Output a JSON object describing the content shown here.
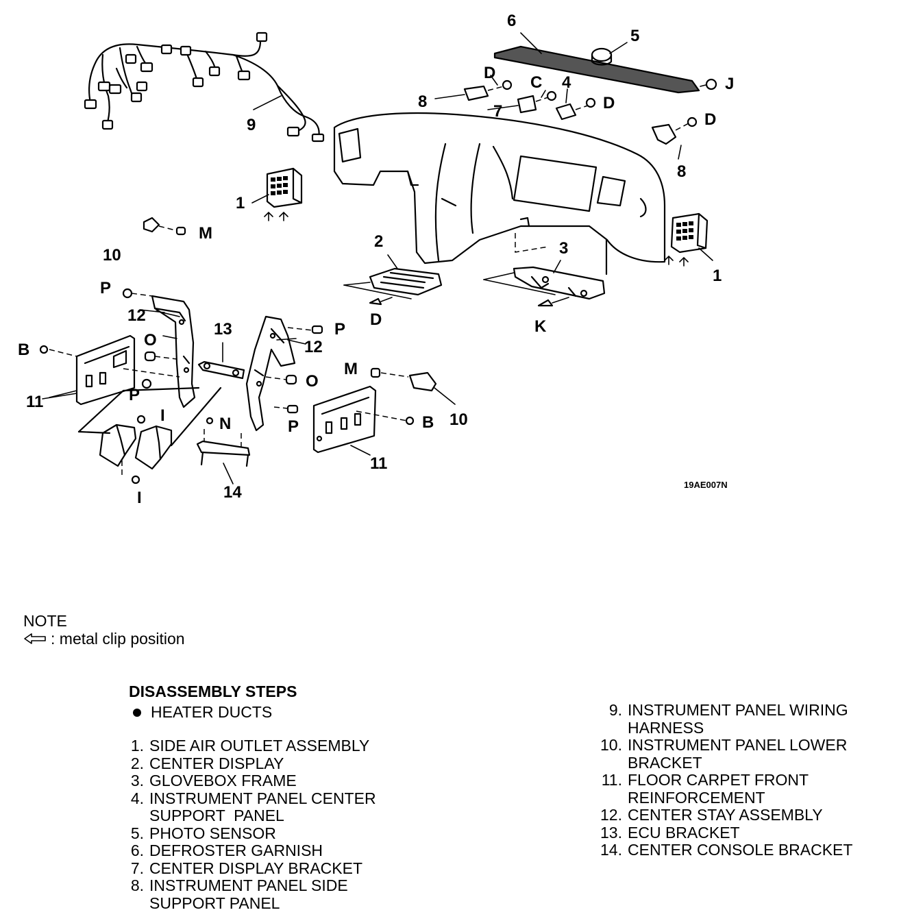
{
  "figure_code": "19AE007N",
  "callouts": [
    {
      "id": "c-6",
      "text": "6"
    },
    {
      "id": "c-5",
      "text": "5"
    },
    {
      "id": "c-j",
      "text": "J"
    },
    {
      "id": "c-d1",
      "text": "D"
    },
    {
      "id": "c-c",
      "text": "C"
    },
    {
      "id": "c-4",
      "text": "4"
    },
    {
      "id": "c-d2",
      "text": "D"
    },
    {
      "id": "c-8a",
      "text": "8"
    },
    {
      "id": "c-7",
      "text": "7"
    },
    {
      "id": "c-d3",
      "text": "D"
    },
    {
      "id": "c-8b",
      "text": "8"
    },
    {
      "id": "c-9",
      "text": "9"
    },
    {
      "id": "c-1a",
      "text": "1"
    },
    {
      "id": "c-m1",
      "text": "M"
    },
    {
      "id": "c-10a",
      "text": "10"
    },
    {
      "id": "c-2",
      "text": "2"
    },
    {
      "id": "c-d4",
      "text": "D"
    },
    {
      "id": "c-3",
      "text": "3"
    },
    {
      "id": "c-k",
      "text": "K"
    },
    {
      "id": "c-1b",
      "text": "1"
    },
    {
      "id": "c-p1",
      "text": "P"
    },
    {
      "id": "c-12a",
      "text": "12"
    },
    {
      "id": "c-13",
      "text": "13"
    },
    {
      "id": "c-p2",
      "text": "P"
    },
    {
      "id": "c-12b",
      "text": "12"
    },
    {
      "id": "c-b1",
      "text": "B"
    },
    {
      "id": "c-o1",
      "text": "O"
    },
    {
      "id": "c-11a",
      "text": "11"
    },
    {
      "id": "c-p3",
      "text": "P"
    },
    {
      "id": "c-i1",
      "text": "I"
    },
    {
      "id": "c-m2",
      "text": "M"
    },
    {
      "id": "c-o2",
      "text": "O"
    },
    {
      "id": "c-10b",
      "text": "10"
    },
    {
      "id": "c-b2",
      "text": "B"
    },
    {
      "id": "c-p4",
      "text": "P"
    },
    {
      "id": "c-n",
      "text": "N"
    },
    {
      "id": "c-11b",
      "text": "11"
    },
    {
      "id": "c-14",
      "text": "14"
    },
    {
      "id": "c-i2",
      "text": "I"
    }
  ],
  "note": {
    "title": "NOTE",
    "legend_text": ": metal clip position",
    "legend_icon": "hollow-left-arrow-icon"
  },
  "disassembly": {
    "title": "DISASSEMBLY STEPS",
    "bullet": "HEATER DUCTS",
    "steps_left": [
      {
        "num": "1.",
        "text": "SIDE AIR OUTLET ASSEMBLY"
      },
      {
        "num": "2.",
        "text": "CENTER DISPLAY"
      },
      {
        "num": "3.",
        "text": "GLOVEBOX FRAME"
      },
      {
        "num": "4.",
        "text": "INSTRUMENT PANEL CENTER\nSUPPORT  PANEL"
      },
      {
        "num": "5.",
        "text": "PHOTO SENSOR"
      },
      {
        "num": "6.",
        "text": "DEFROSTER GARNISH"
      },
      {
        "num": "7.",
        "text": "CENTER DISPLAY BRACKET"
      },
      {
        "num": "8.",
        "text": "INSTRUMENT PANEL SIDE\nSUPPORT PANEL"
      }
    ],
    "steps_right": [
      {
        "num": "9.",
        "text": "INSTRUMENT PANEL WIRING\nHARNESS"
      },
      {
        "num": "10.",
        "text": "INSTRUMENT PANEL LOWER\nBRACKET"
      },
      {
        "num": "11.",
        "text": "FLOOR CARPET FRONT\nREINFORCEMENT"
      },
      {
        "num": "12.",
        "text": "CENTER STAY ASSEMBLY"
      },
      {
        "num": "13.",
        "text": "ECU BRACKET"
      },
      {
        "num": "14.",
        "text": "CENTER CONSOLE BRACKET"
      }
    ]
  }
}
